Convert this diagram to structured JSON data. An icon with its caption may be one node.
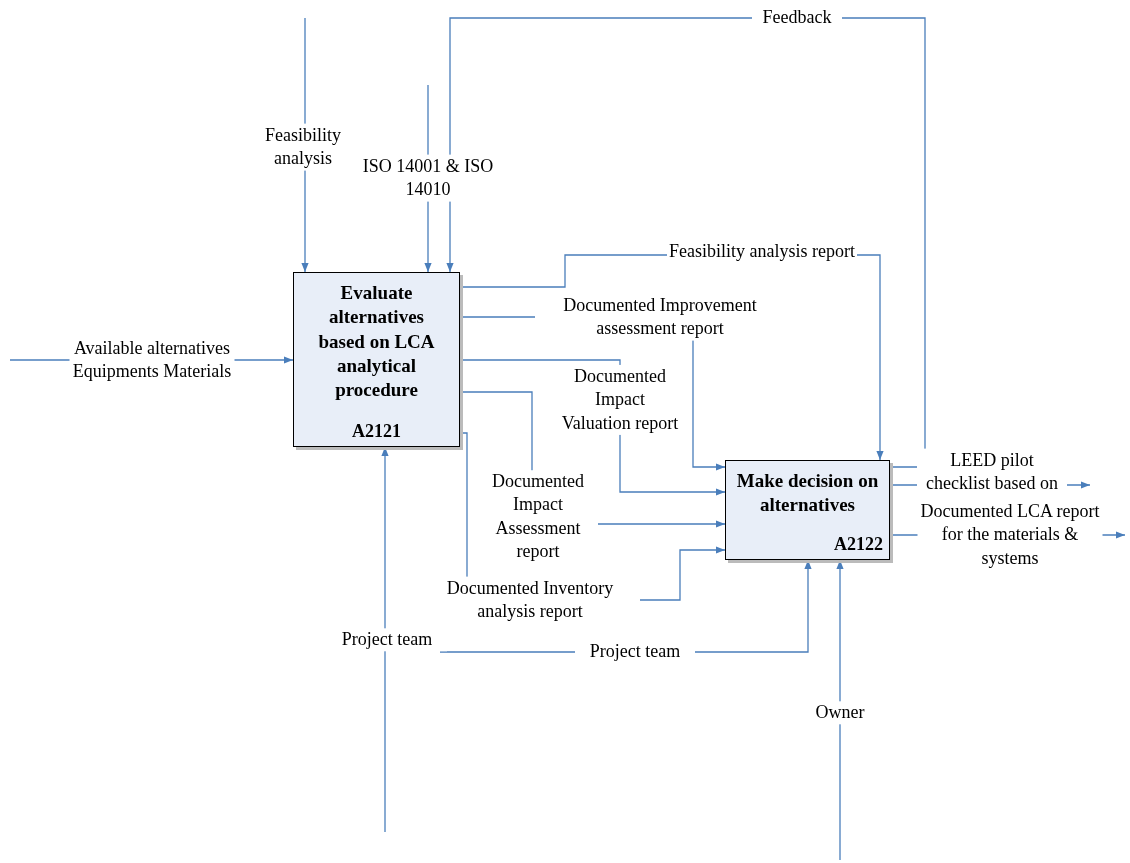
{
  "diagram": {
    "nodes": [
      {
        "text": [
          "Evaluate alternatives based on LCA analytical procedure",
          "A2121"
        ]
      },
      {
        "text": [
          "Make decision on alternatives",
          "A2122"
        ]
      }
    ],
    "edges": [
      {
        "from": null,
        "to": 0,
        "arrow": "to",
        "label": "Feasibility analysis"
      },
      {
        "from": null,
        "to": 0,
        "arrow": "to",
        "label": "ISO 14001 & ISO 14010"
      },
      {
        "from": 1,
        "to": 0,
        "arrow": "to",
        "label": "Feedback"
      },
      {
        "from": null,
        "to": 0,
        "arrow": "to",
        "label": "Available alternatives Equipments Materials"
      },
      {
        "from": 0,
        "to": 1,
        "arrow": "to",
        "label": "Feasibility analysis report"
      },
      {
        "from": 0,
        "to": 1,
        "arrow": "to",
        "label": "Documented Improvement assessment report"
      },
      {
        "from": 0,
        "to": 1,
        "arrow": "to",
        "label": "Documented Impact Valuation report"
      },
      {
        "from": 0,
        "to": 1,
        "arrow": "to",
        "label": "Documented Impact Assessment report"
      },
      {
        "from": 0,
        "to": 1,
        "arrow": "to",
        "label": "Documented Inventory analysis report"
      },
      {
        "from": null,
        "to": 0,
        "arrow": "to",
        "label": "Project team"
      },
      {
        "from": null,
        "to": 1,
        "arrow": "to",
        "label": "Project team"
      },
      {
        "from": null,
        "to": 1,
        "arrow": "to",
        "label": "Owner"
      },
      {
        "from": 1,
        "to": null,
        "arrow": "to",
        "label": "LEED pilot checklist based on"
      },
      {
        "from": 1,
        "to": null,
        "arrow": "to",
        "label": "Documented LCA report for the materials & systems"
      }
    ]
  }
}
